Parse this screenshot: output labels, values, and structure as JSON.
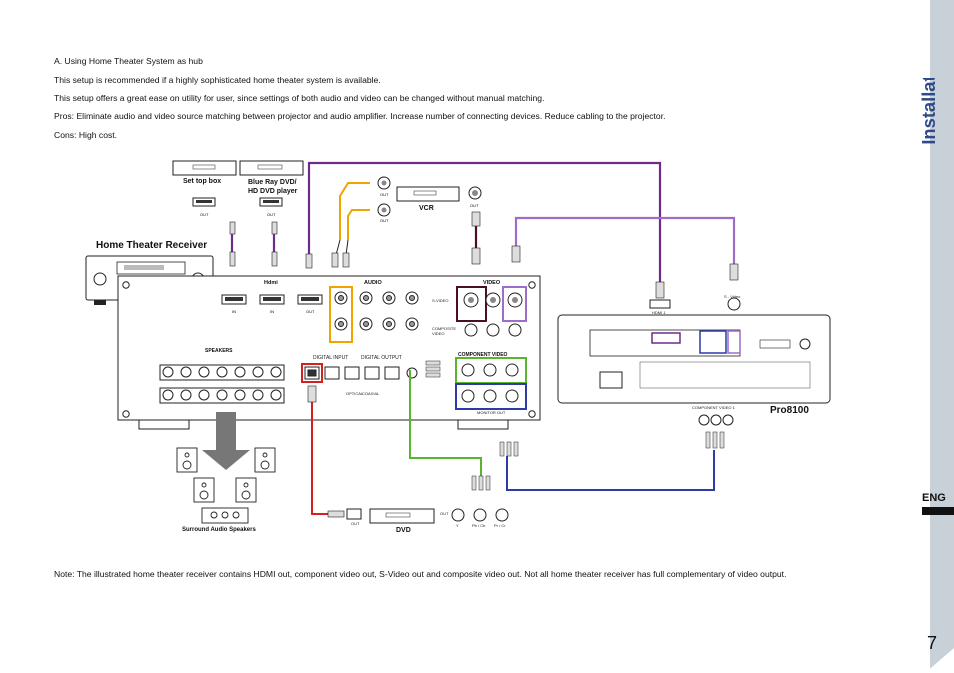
{
  "section_heading": "A. Using Home Theater System as hub",
  "paragraphs": [
    "This setup is recommended if a highly sophisticated home theater system is available.",
    "This setup offers a great ease on utility for user, since settings of both audio and video can be changed without manual matching.",
    "Pros: Eliminate audio and video source matching between projector and audio amplifier. Increase number of connecting devices. Reduce cabling to the projector.",
    "Cons: High cost."
  ],
  "note": "Note: The illustrated home theater receiver contains HDMI out, component video out, S-Video out and composite video out. Not all home theater receiver has full complementary of video output.",
  "sidebar": {
    "title": "Installation",
    "lang": "ENG",
    "page": "7"
  },
  "diagram": {
    "devices": {
      "set_top_box": "Set top box",
      "blu_ray": "Blue Ray DVD/\nHD DVD player",
      "vcr": "VCR",
      "receiver": "Home Theater Receiver",
      "projector": "Pro8100",
      "dvd": "DVD",
      "speakers": "Surround Audio Speakers"
    },
    "panel_labels": {
      "hdmi": "Hdmi",
      "audio": "AUDIO",
      "video": "VIDEO",
      "speakers": "SPEAKERS",
      "digital_input": "DIGITAL INPUT",
      "digital_output": "DIGITAL OUTPUT",
      "component_video": "COMPONENT VIDEO",
      "monitor_out": "MONITOR OUT",
      "s_video": "S-VIDEO",
      "composite_video": "COMPOSITE\nVIDEO",
      "optical": "OPTICAL",
      "coaxial": "COAXIAL",
      "hdmi_1": "HDMI 1",
      "s_video_proj": "S - Video",
      "component_video_1": "COMPONENT VIDEO 1"
    },
    "port_labels": {
      "in": "IN",
      "out": "OUT",
      "y": "Y",
      "pb": "Pb / Cb",
      "pr": "Pr / Cr",
      "rec": "OUT"
    },
    "cable_colors": {
      "hdmi": "#6e2b8a",
      "audio": "#f0a400",
      "svideo": "#4a0f24",
      "component": "#5ab52d",
      "component_blue": "#2d3aa8",
      "optical": "#d42020",
      "svideo_proj": "#9b6ec9"
    }
  }
}
